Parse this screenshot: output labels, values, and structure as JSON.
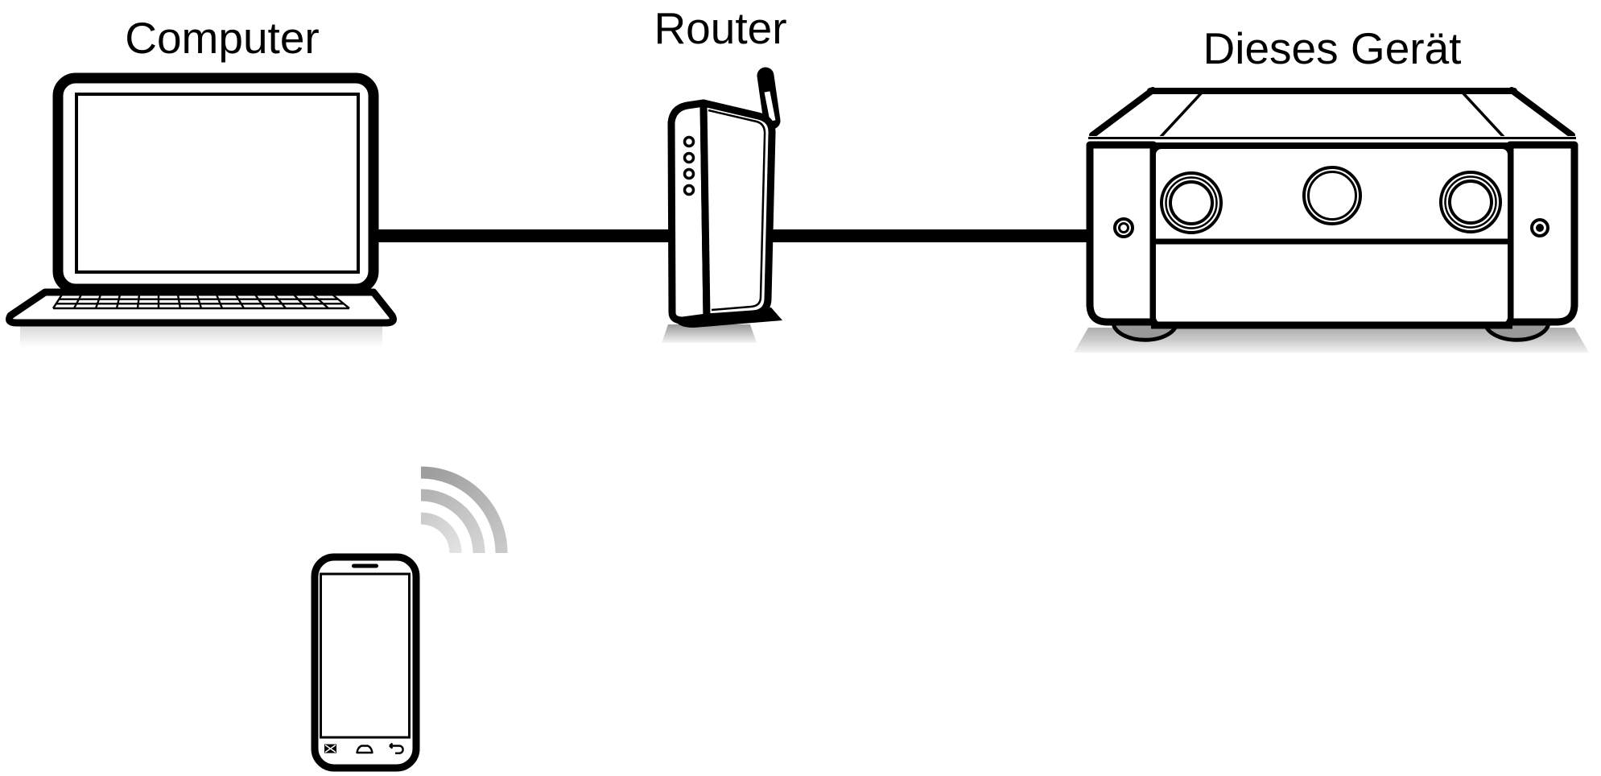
{
  "diagram": {
    "background_color": "#ffffff",
    "outline_color": "#000000",
    "shadow_color": "#cccccc",
    "wifi_wave_colors": [
      "#d6d6d6",
      "#bfbfbf",
      "#a8a8a8"
    ],
    "nodes": [
      {
        "id": "computer",
        "label": "Computer",
        "icon": "laptop-icon"
      },
      {
        "id": "router",
        "label": "Router",
        "icon": "wireless-router-icon"
      },
      {
        "id": "this-device",
        "label": "Dieses Gerät",
        "icon": "av-receiver-icon"
      },
      {
        "id": "smartphone",
        "label": "",
        "icon": "smartphone-icon"
      }
    ],
    "connections": [
      {
        "from": "computer",
        "to": "router",
        "type": "wired-lan-cable"
      },
      {
        "from": "router",
        "to": "this-device",
        "type": "wired-lan-cable"
      },
      {
        "from": "smartphone",
        "to": "router",
        "type": "wifi-wireless"
      }
    ]
  }
}
